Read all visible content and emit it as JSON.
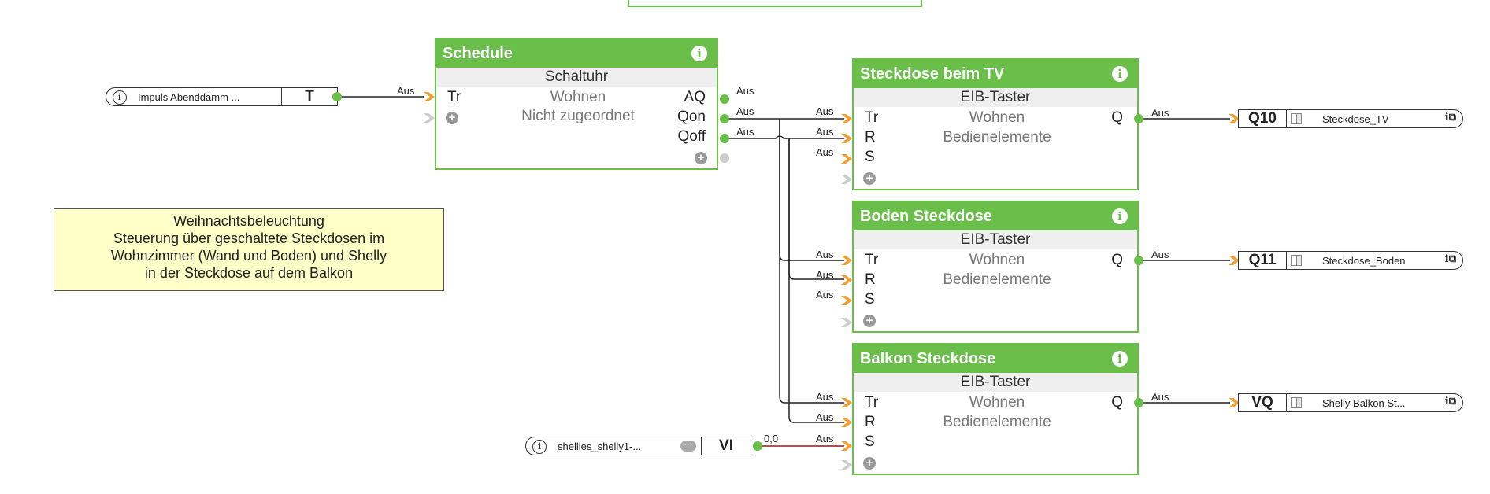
{
  "schedule": {
    "title": "Schedule",
    "subtitle": "Schaltuhr",
    "in_tr": "Tr",
    "room": "Wohnen",
    "category": "Nicht zugeordnet",
    "out_aq": "AQ",
    "out_qon": "Qon",
    "out_qoff": "Qoff"
  },
  "tv": {
    "title": "Steckdose beim TV",
    "subtitle": "EIB-Taster",
    "in_tr": "Tr",
    "in_r": "R",
    "in_s": "S",
    "room": "Wohnen",
    "category": "Bedienelemente",
    "out_q": "Q"
  },
  "boden": {
    "title": "Boden Steckdose",
    "subtitle": "EIB-Taster",
    "in_tr": "Tr",
    "in_r": "R",
    "in_s": "S",
    "room": "Wohnen",
    "category": "Bedienelemente",
    "out_q": "Q"
  },
  "balkon": {
    "title": "Balkon Steckdose",
    "subtitle": "EIB-Taster",
    "in_tr": "Tr",
    "in_r": "R",
    "in_s": "S",
    "room": "Wohnen",
    "category": "Bedienelemente",
    "out_q": "Q"
  },
  "inputs": {
    "impuls": {
      "name": "Impuls Abenddämm ...",
      "box": "T"
    },
    "shelly": {
      "name": "shellies_shelly1-...",
      "box": "VI"
    }
  },
  "outputs": {
    "tv": {
      "box": "Q10",
      "name": "Steckdose_TV"
    },
    "boden": {
      "box": "Q11",
      "name": "Steckdose_Boden"
    },
    "balkon": {
      "box": "VQ",
      "name": "Shelly Balkon St..."
    }
  },
  "wire_labels": {
    "aus": "Aus",
    "value": "0,0"
  },
  "note": {
    "line1": "Weihnachtsbeleuchtung",
    "line2": "Steuerung über geschaltete Steckdosen im",
    "line3": "Wohnzimmer (Wand und Boden) und Shelly",
    "line4": "in der Steckdose auf dem Balkon"
  },
  "colors": {
    "block_green": "#6abf4b",
    "port_orange": "#f0a030",
    "note_yellow": "#ffffc8",
    "value_wire": "#8b1a1a"
  }
}
